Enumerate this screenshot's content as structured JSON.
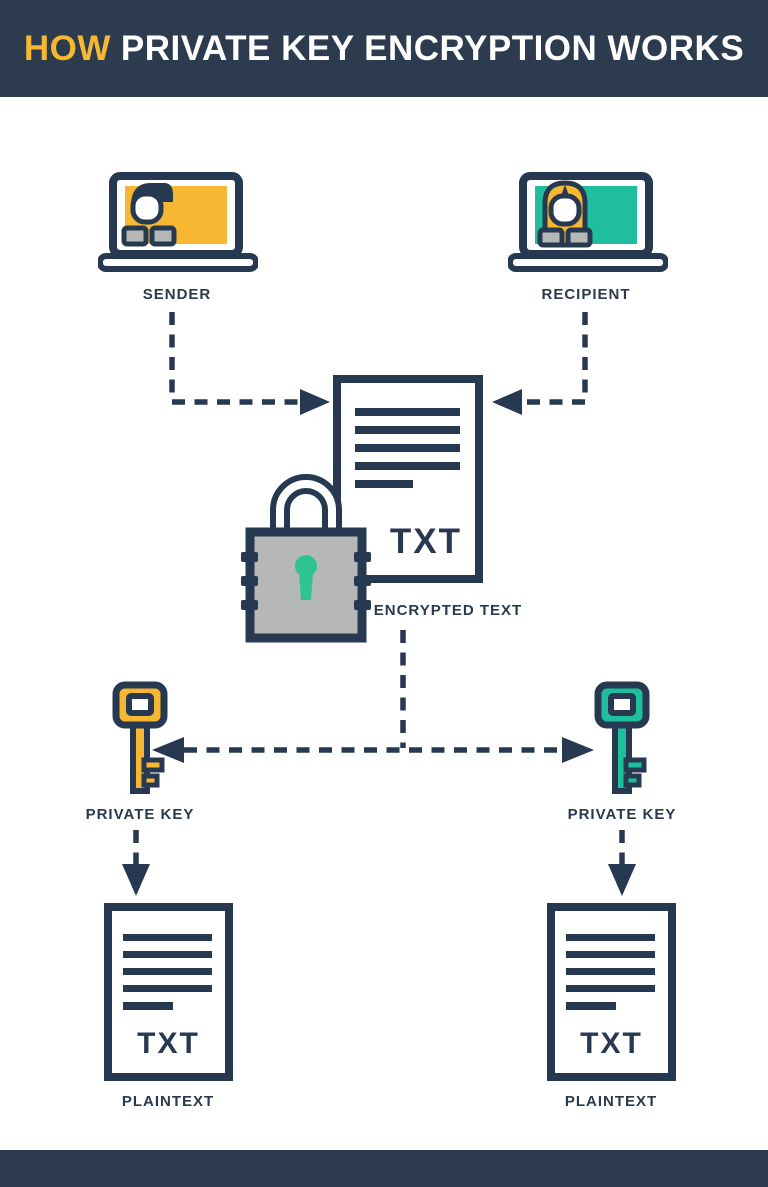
{
  "header": {
    "bg_color": "#2c3b4d",
    "title": {
      "highlight": "HOW",
      "rest": "PRIVATE KEY ENCRYPTION WORKS"
    },
    "highlight_color": "#f6b733",
    "text_color": "#ffffff"
  },
  "diagram": {
    "sender": {
      "label": "SENDER",
      "icon": "laptop-user-icon",
      "screen_color": "#f6b733"
    },
    "recipient": {
      "label": "RECIPIENT",
      "icon": "laptop-user-icon",
      "screen_color": "#1fbf9e"
    },
    "encrypted_document": {
      "label": "ENCRYPTED TEXT",
      "badge": "TXT",
      "icon": "document-lock-icon",
      "lock_body_color": "#b5b8b7",
      "keyhole_color": "#2cc48f"
    },
    "private_key_left": {
      "label": "PRIVATE KEY",
      "icon": "key-icon",
      "color": "#f6b733"
    },
    "private_key_right": {
      "label": "PRIVATE KEY",
      "icon": "key-icon",
      "color": "#1fbf9e"
    },
    "plaintext_left": {
      "label": "PLAINTEXT",
      "badge": "TXT",
      "icon": "document-icon"
    },
    "plaintext_right": {
      "label": "PLAINTEXT",
      "badge": "TXT",
      "icon": "document-icon"
    }
  },
  "colors": {
    "outline_navy": "#273950",
    "bar_navy": "#2c3b4d",
    "background": "#ffffff",
    "yellow": "#f6b733",
    "teal": "#1fbf9e",
    "gray": "#b5b8b7",
    "keyhole_green": "#2cc48f"
  },
  "footer": {
    "bg_color": "#2c3b4d"
  }
}
